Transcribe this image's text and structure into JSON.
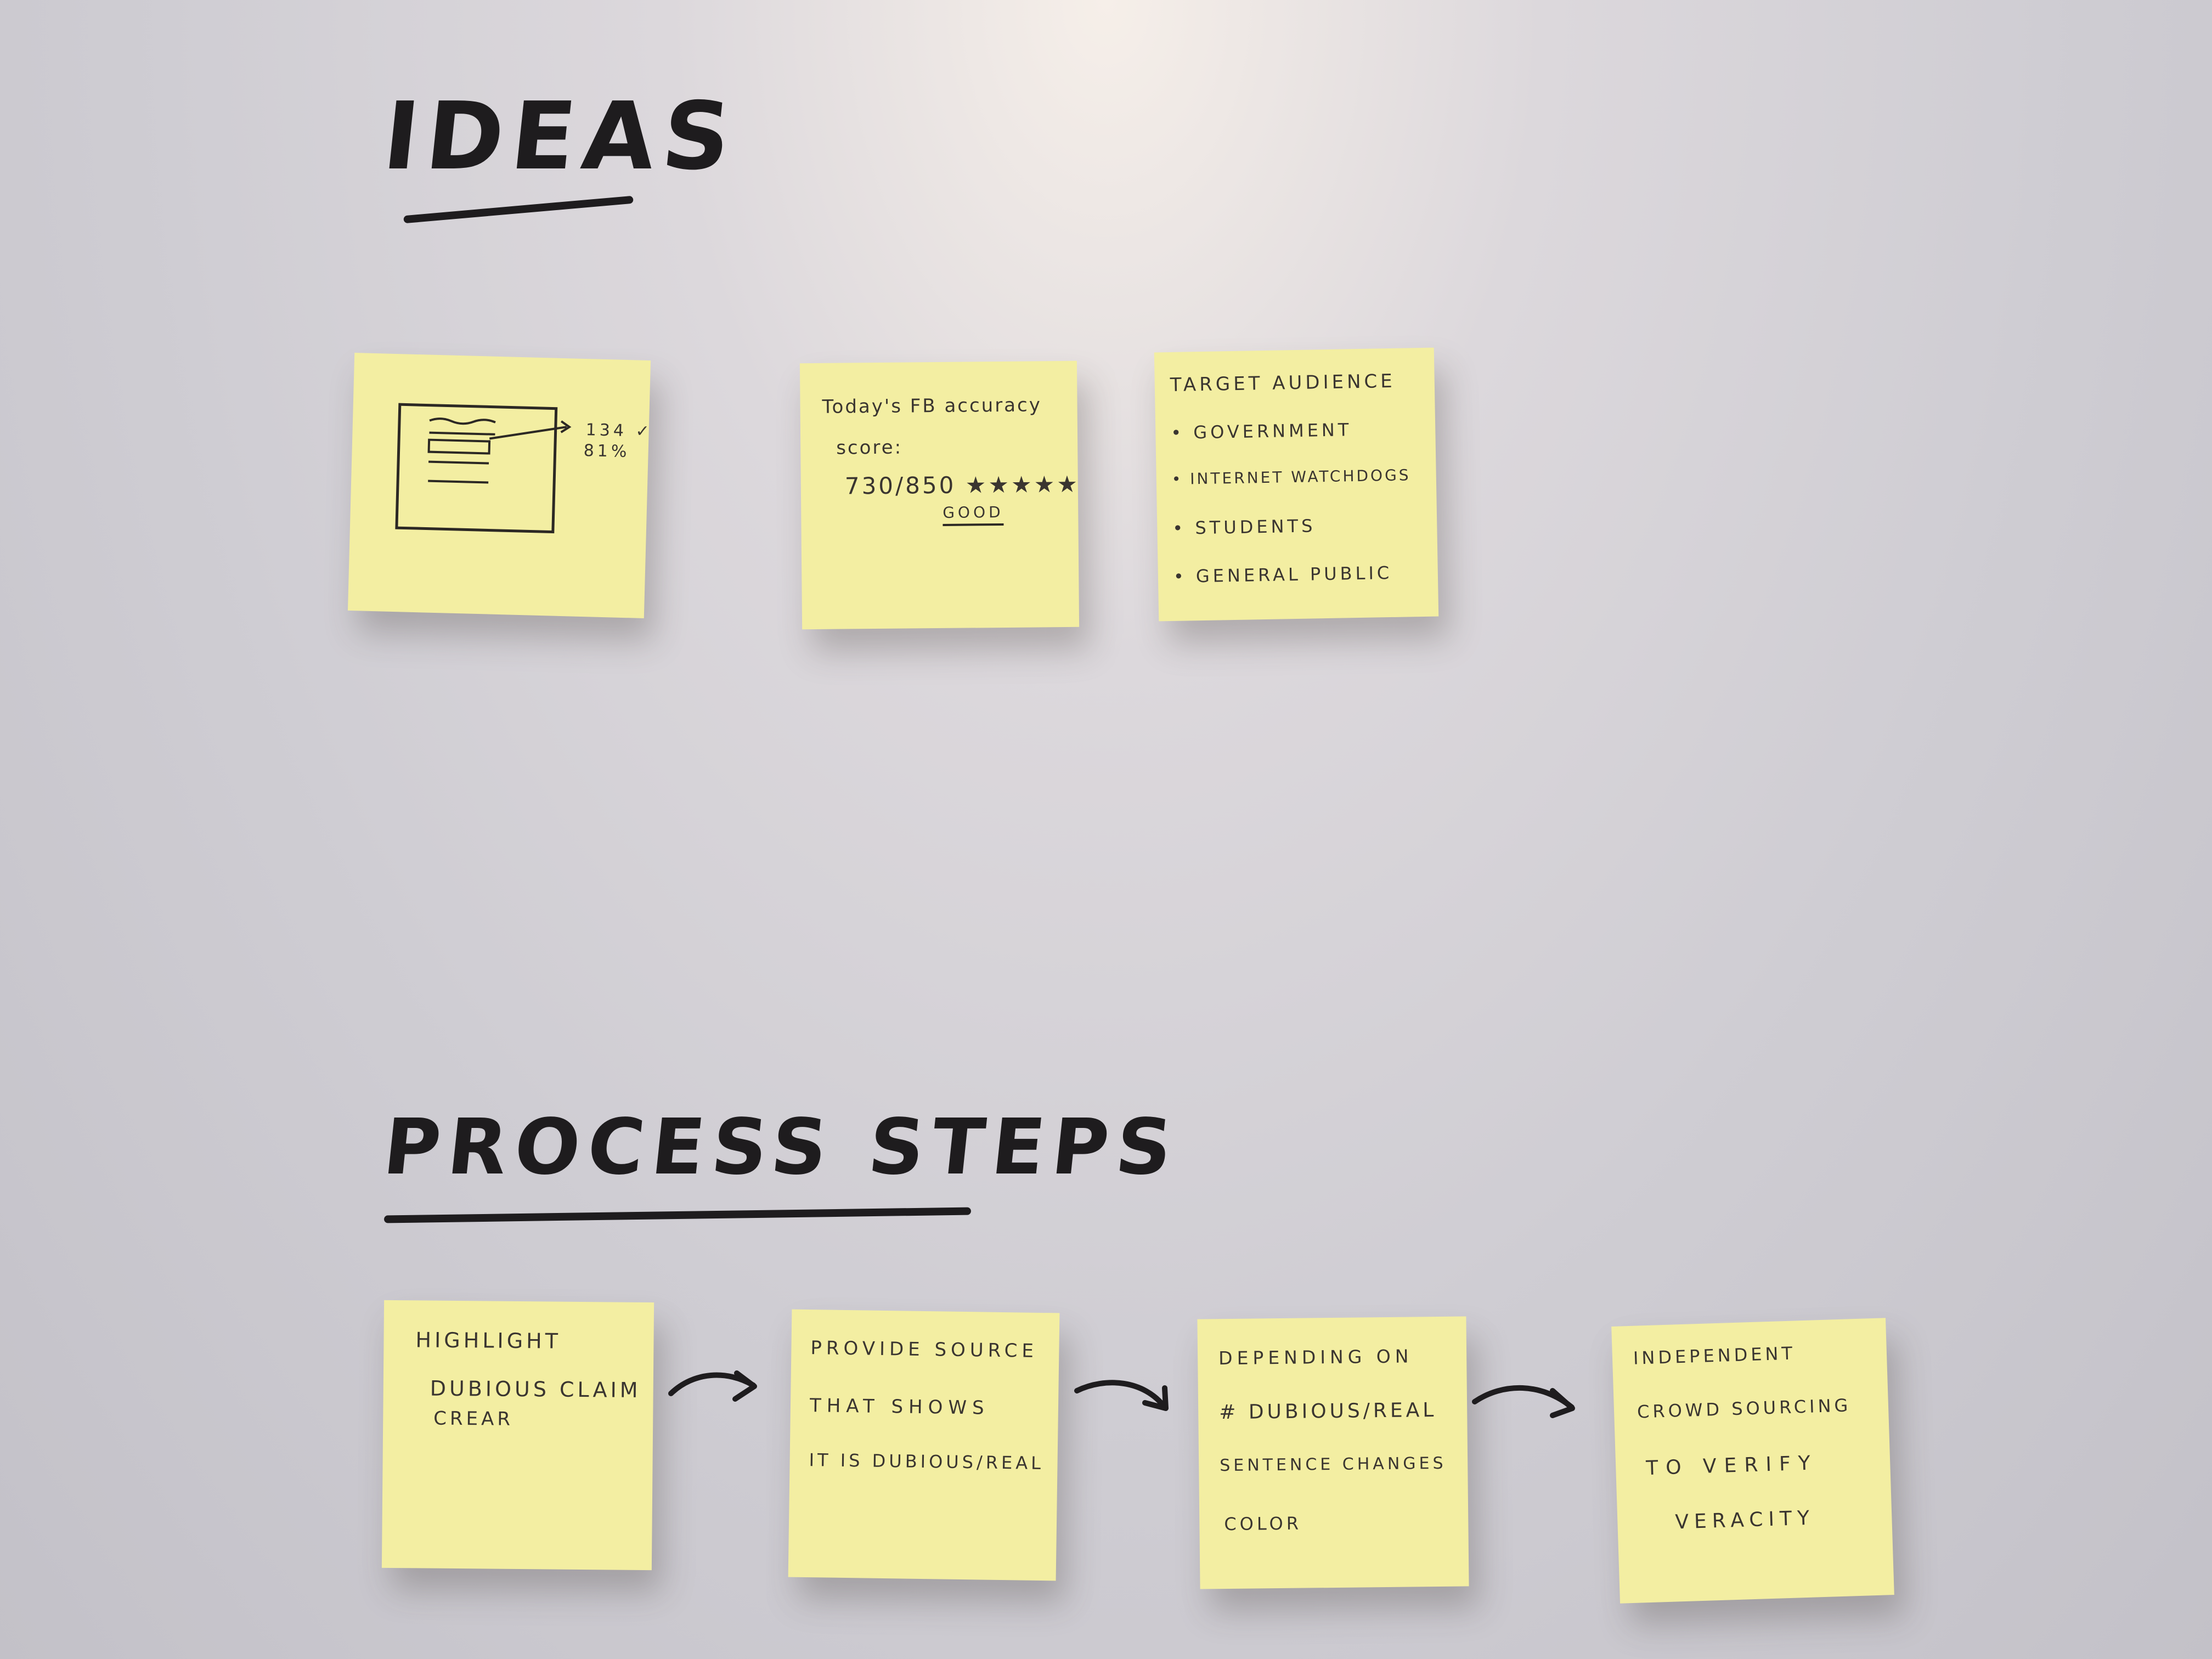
{
  "ideas_heading": "IDEAS",
  "process_heading": "PROCESS STEPS",
  "idea_notes": [
    {
      "labels": [
        "134 ✓",
        "81%"
      ]
    },
    {
      "lines": [
        "Today's FB accuracy",
        "score:",
        "730/850 ★★★★★",
        "GOOD"
      ]
    },
    {
      "lines": [
        "TARGET AUDIENCE",
        "• GOVERNMENT",
        "• INTERNET WATCHDOGS",
        "• STUDENTS",
        "• GENERAL PUBLIC"
      ]
    }
  ],
  "process_notes": [
    {
      "lines": [
        "HIGHLIGHT",
        "DUBIOUS CLAIM",
        "CREAR"
      ]
    },
    {
      "lines": [
        "PROVIDE SOURCE",
        "THAT SHOWS",
        "IT IS DUBIOUS/REAL"
      ]
    },
    {
      "lines": [
        "DEPENDING ON",
        "# DUBIOUS/REAL",
        "SENTENCE CHANGES",
        "COLOR"
      ]
    },
    {
      "lines": [
        "INDEPENDENT",
        "CROWD SOURCING",
        "TO VERIFY",
        "VERACITY"
      ]
    }
  ],
  "colors": {
    "note": "#f3eea2",
    "marker": "#1e1c1e",
    "board": "#d2d0d6"
  }
}
